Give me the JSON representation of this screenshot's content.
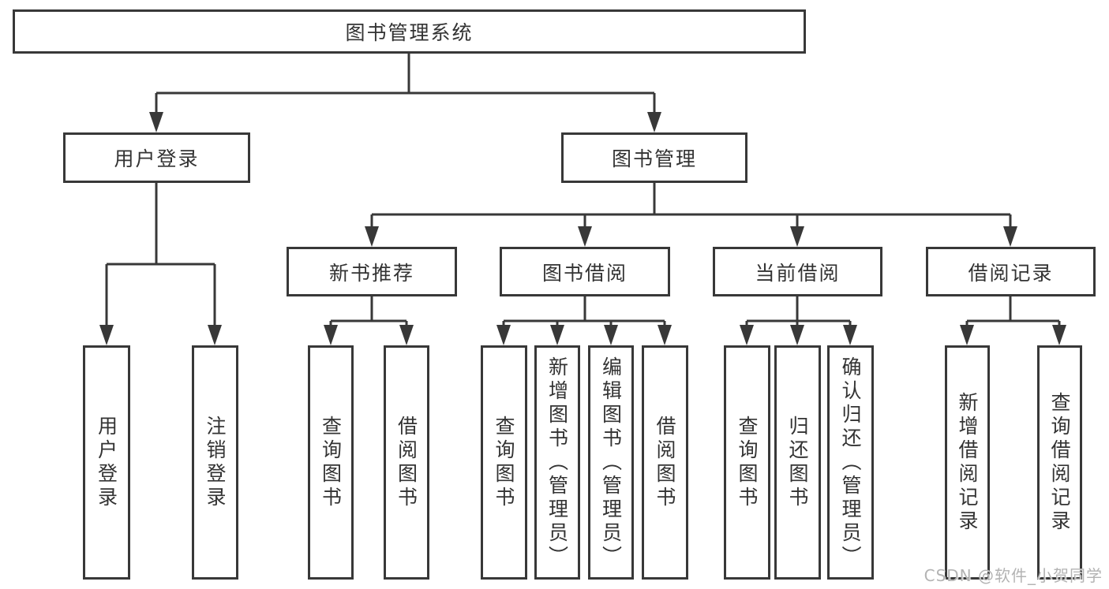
{
  "diagram": {
    "nodes": {
      "root": "图书管理系统",
      "level2": [
        "用户登录",
        "图书管理"
      ],
      "level3": [
        "新书推荐",
        "图书借阅",
        "当前借阅",
        "借阅记录"
      ],
      "leaves": [
        "用户登录",
        "注销登录",
        "查询图书",
        "借阅图书",
        "查询图书",
        "新增图书（管理员）",
        "编辑图书（管理员）",
        "借阅图书",
        "查询图书",
        "归还图书",
        "确认归还（管理员）",
        "新增借阅记录",
        "查询借阅记录"
      ]
    },
    "structure": [
      {
        "parent": "图书管理系统",
        "children": [
          "用户登录",
          "图书管理"
        ]
      },
      {
        "parent": "用户登录",
        "children": [
          "用户登录",
          "注销登录"
        ]
      },
      {
        "parent": "图书管理",
        "children": [
          "新书推荐",
          "图书借阅",
          "当前借阅",
          "借阅记录"
        ]
      },
      {
        "parent": "新书推荐",
        "children": [
          "查询图书",
          "借阅图书"
        ]
      },
      {
        "parent": "图书借阅",
        "children": [
          "查询图书",
          "新增图书（管理员）",
          "编辑图书（管理员）",
          "借阅图书"
        ]
      },
      {
        "parent": "当前借阅",
        "children": [
          "查询图书",
          "归还图书",
          "确认归还（管理员）"
        ]
      },
      {
        "parent": "借阅记录",
        "children": [
          "新增借阅记录",
          "查询借阅记录"
        ]
      }
    ],
    "watermark": "CSDN @软件_小贺同学",
    "colors": {
      "line": "#383838",
      "text": "#333333",
      "watermark": "#b3b3b3",
      "background": "#ffffff"
    }
  }
}
